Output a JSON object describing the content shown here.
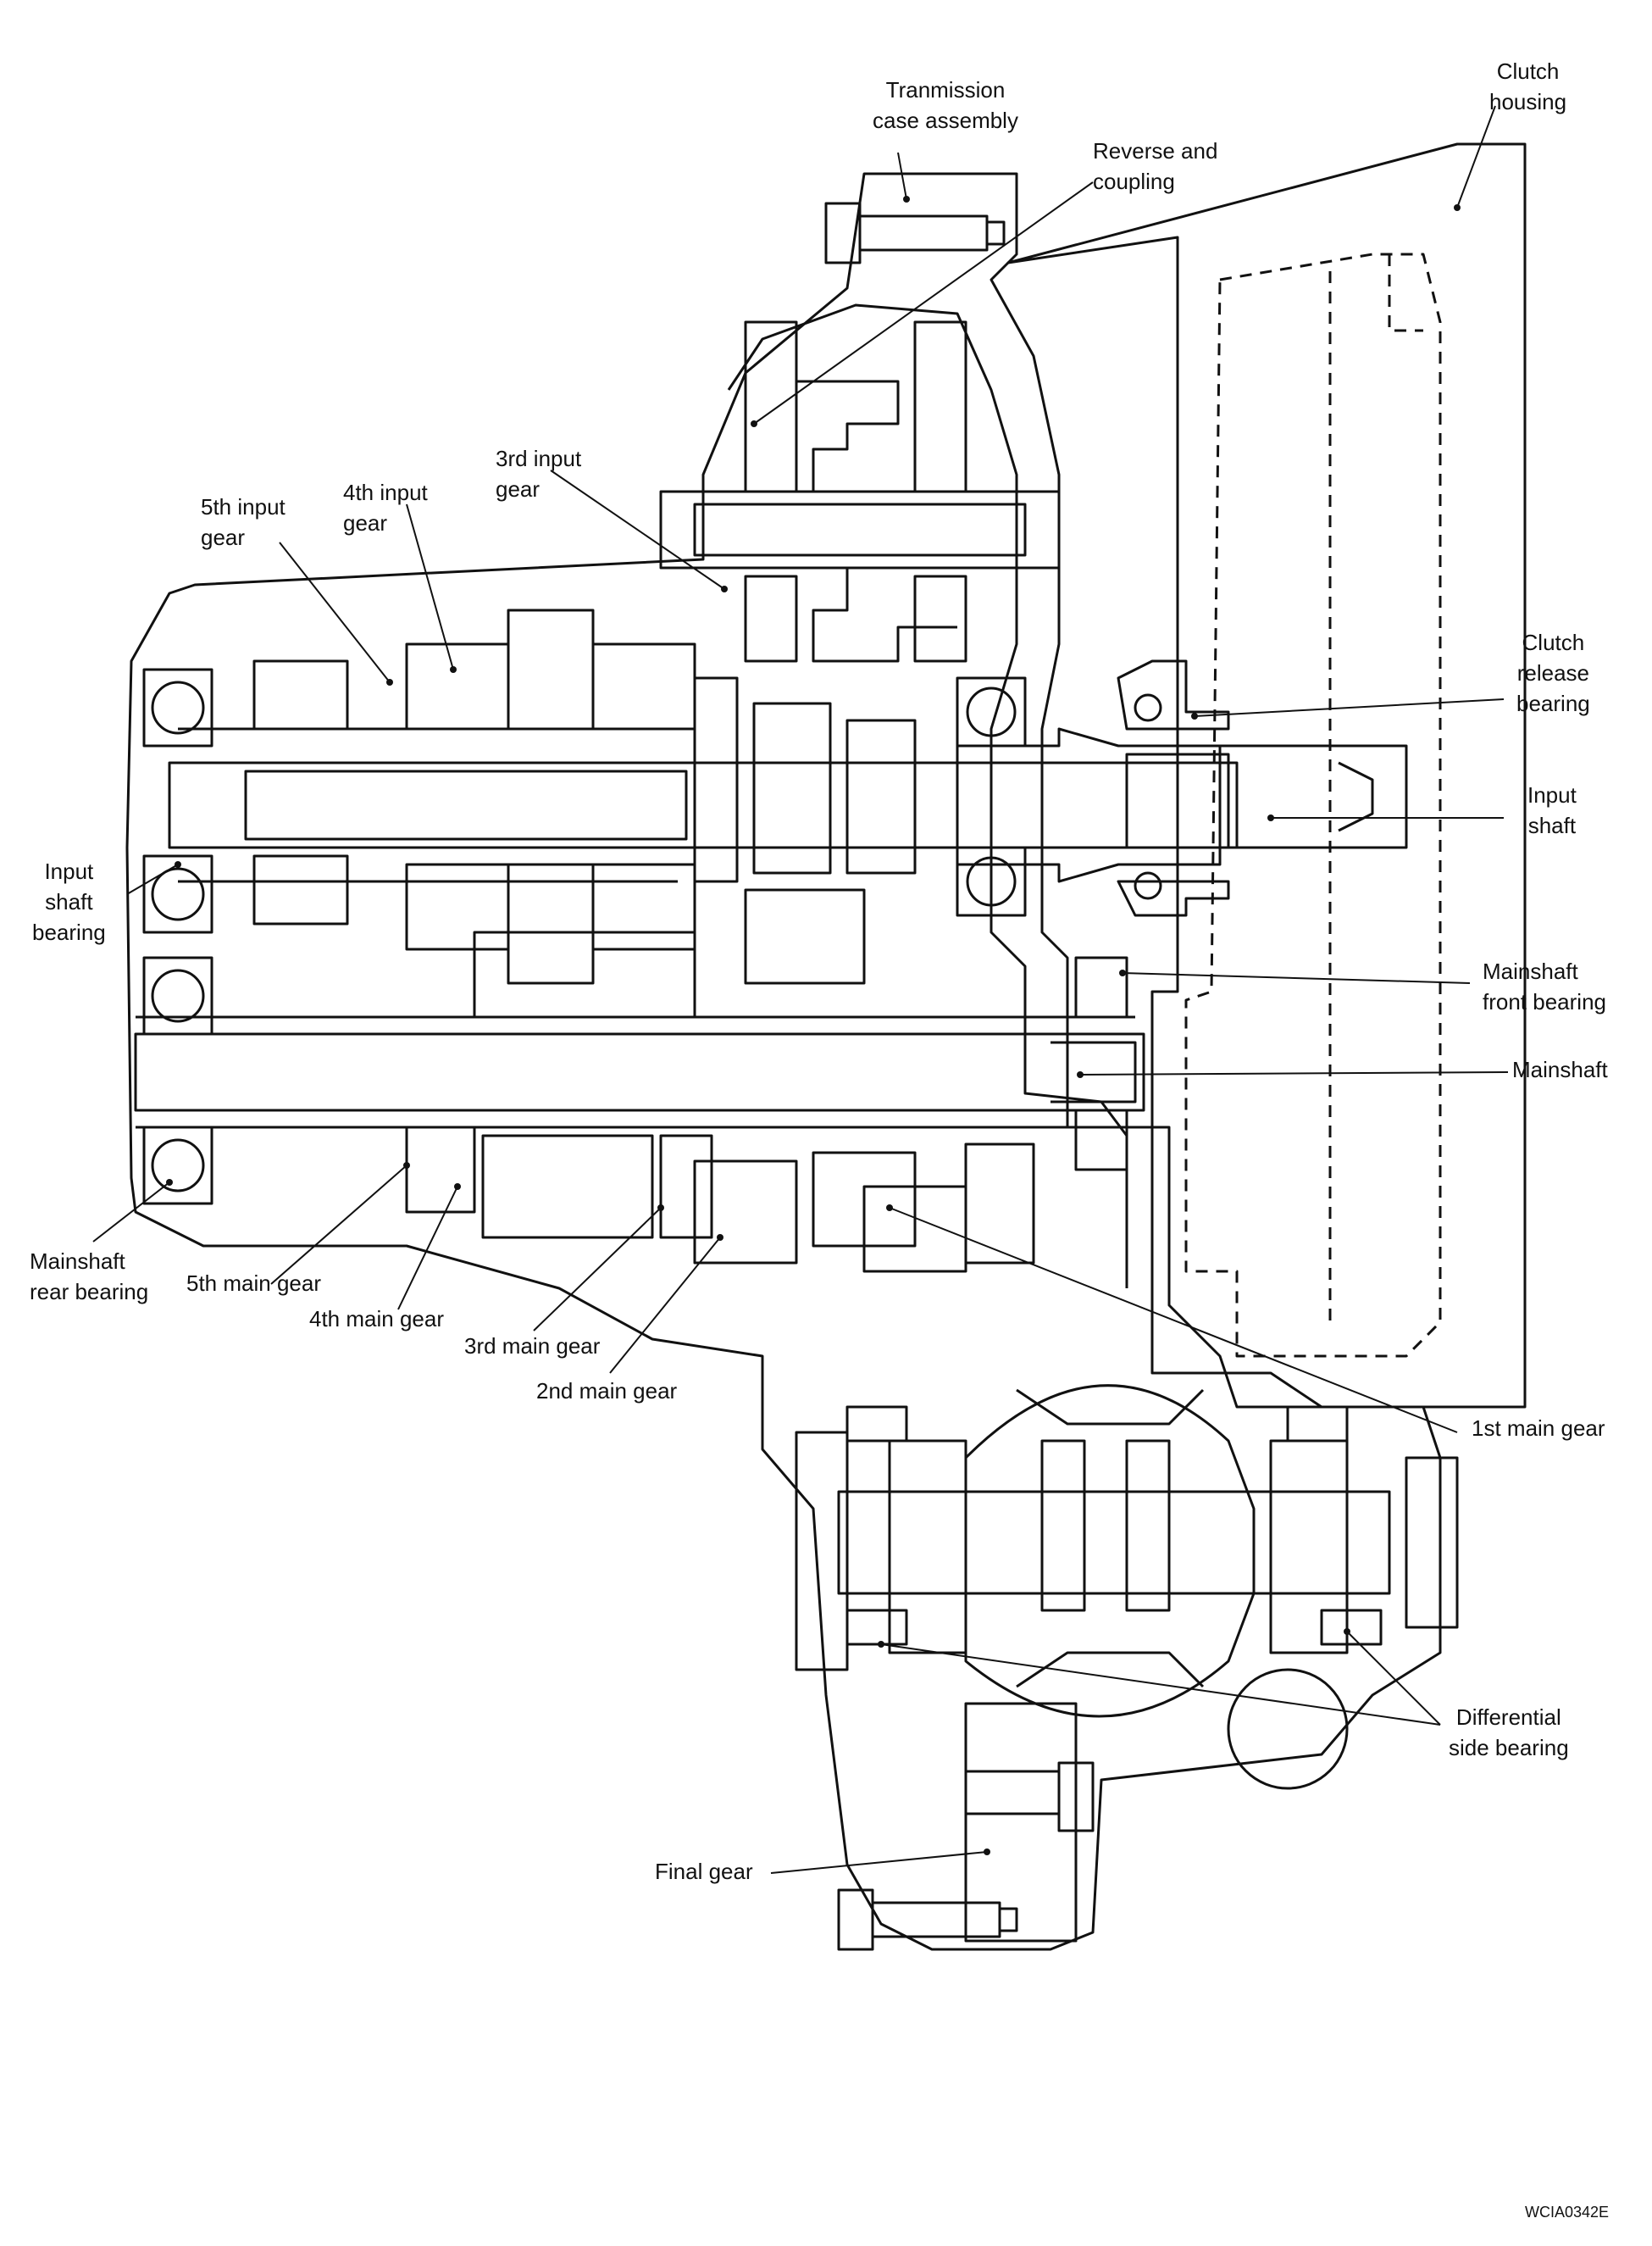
{
  "labels": {
    "transmission_case": "Tranmission\ncase assembly",
    "clutch_housing": "Clutch\nhousing",
    "reverse_coupling": "Reverse and\ncoupling",
    "third_input_gear": "3rd input\ngear",
    "fourth_input_gear": "4th input\ngear",
    "fifth_input_gear": "5th input\ngear",
    "clutch_release_bearing": "Clutch\nrelease\nbearing",
    "input_shaft": "Input\nshaft",
    "input_shaft_bearing": "Input\nshaft\nbearing",
    "mainshaft_front_bearing": "Mainshaft\nfront bearing",
    "mainshaft": "Mainshaft",
    "mainshaft_rear_bearing": "Mainshaft\nrear bearing",
    "fifth_main_gear": "5th main gear",
    "fourth_main_gear": "4th main gear",
    "third_main_gear": "3rd main gear",
    "second_main_gear": "2nd main gear",
    "first_main_gear": "1st main gear",
    "differential_side_bearing": "Differential\nside bearing",
    "final_gear": "Final gear"
  },
  "figure_code": "WCIA0342E"
}
